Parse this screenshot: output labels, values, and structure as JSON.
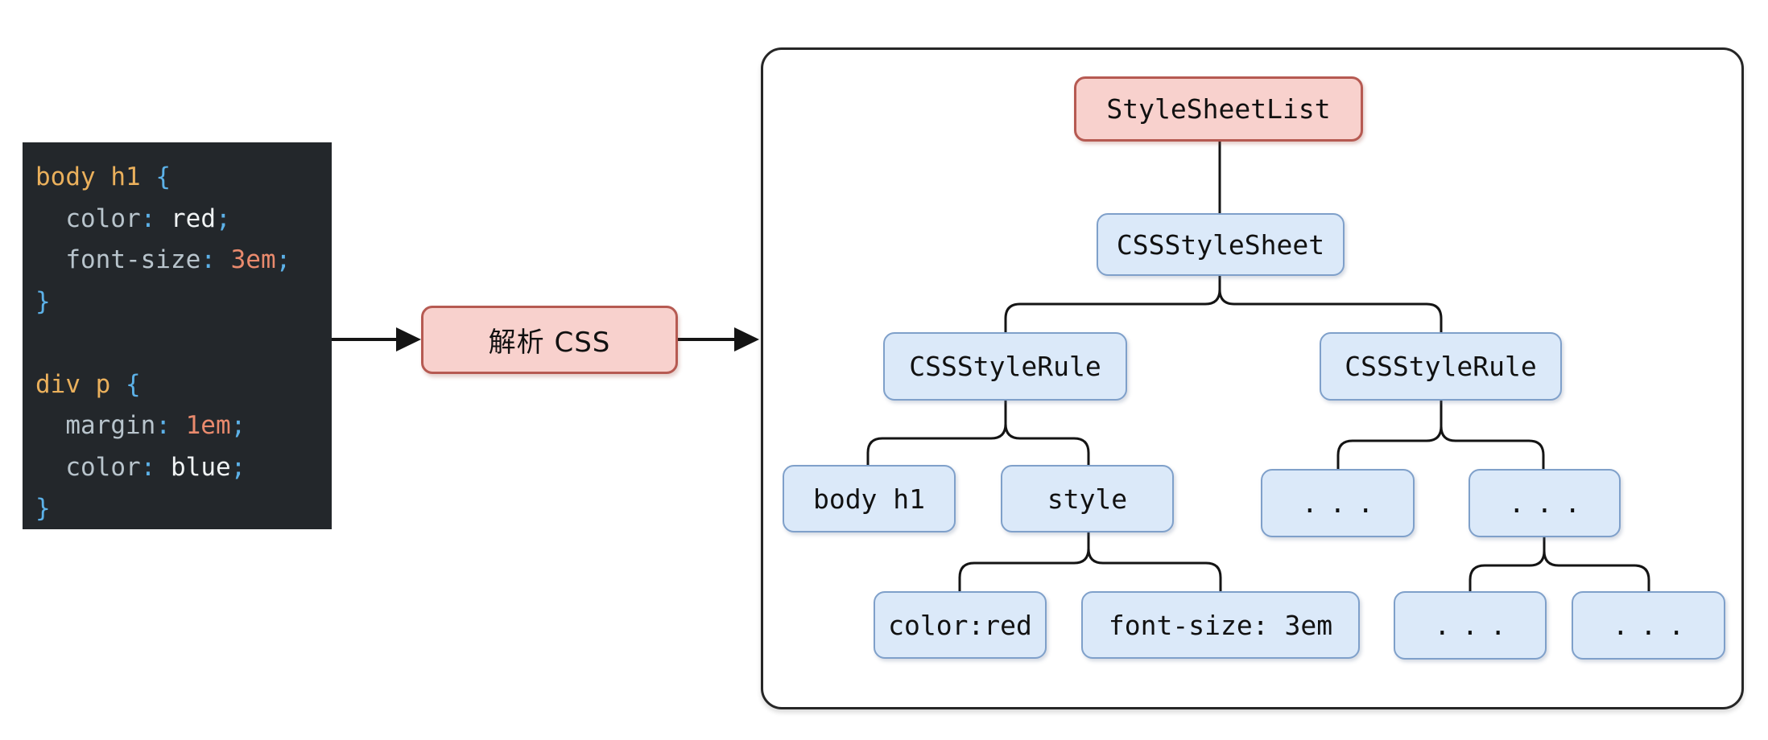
{
  "code_panel": {
    "lines": [
      {
        "segs": [
          {
            "text": "body h1"
          },
          {
            "text": " "
          },
          {
            "text": "{"
          }
        ]
      },
      {
        "segs": [
          {
            "text": "  color"
          },
          {
            "text": ":"
          },
          {
            "text": " red"
          },
          {
            "text": ";"
          }
        ]
      },
      {
        "segs": [
          {
            "text": "  font-size"
          },
          {
            "text": ":"
          },
          {
            "text": " 3em"
          },
          {
            "text": ";"
          }
        ]
      },
      {
        "segs": [
          {
            "text": "}"
          }
        ]
      },
      {
        "segs": []
      },
      {
        "segs": [
          {
            "text": "div p"
          },
          {
            "text": " "
          },
          {
            "text": "{"
          }
        ]
      },
      {
        "segs": [
          {
            "text": "  margin"
          },
          {
            "text": ":"
          },
          {
            "text": " 1em"
          },
          {
            "text": ";"
          }
        ]
      },
      {
        "segs": [
          {
            "text": "  color"
          },
          {
            "text": ":"
          },
          {
            "text": " blue"
          },
          {
            "text": ";"
          }
        ]
      },
      {
        "segs": [
          {
            "text": "}"
          }
        ]
      }
    ]
  },
  "parse_box": {
    "label": "解析 CSS"
  },
  "tree": {
    "nodes": {
      "stylesheetlist": {
        "label": "StyleSheetList"
      },
      "cssstylesheet": {
        "label": "CSSStyleSheet"
      },
      "cssstylerule_left": {
        "label": "CSSStyleRule"
      },
      "cssstylerule_right": {
        "label": "CSSStyleRule"
      },
      "body_h1": {
        "label": "body h1"
      },
      "style": {
        "label": "style"
      },
      "rule2_child1": {
        "label": "..."
      },
      "rule2_child2": {
        "label": "..."
      },
      "color_red": {
        "label": "color:red"
      },
      "font_size_3em": {
        "label": "font-size: 3em"
      },
      "dots_a": {
        "label": "..."
      },
      "dots_b": {
        "label": "..."
      }
    }
  },
  "colors": {
    "pink_fill": "#f8d1cd",
    "pink_border": "#b65a52",
    "blue_fill": "#dbe9f9",
    "blue_border": "#7fa0ca",
    "connector_line": "#141414",
    "code_background": "#23272b",
    "token_selector": "#eab05c",
    "token_punctuation": "#5cb1e8",
    "token_property": "#b8c4cc",
    "token_value": "#f0f3f4",
    "token_number": "#e98a6d"
  }
}
